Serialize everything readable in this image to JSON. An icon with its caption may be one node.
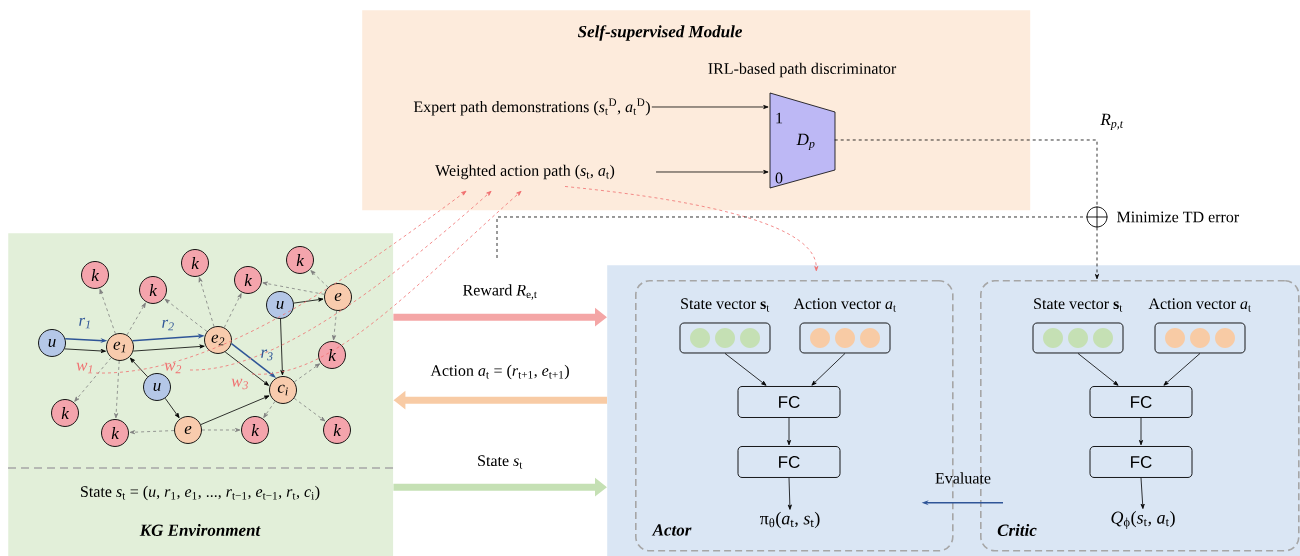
{
  "diagram": {
    "nodes": [
      {
        "text": [
          "Self-supervised Module"
        ]
      },
      {
        "text": [
          "Expert path demonstrations  (*s*$_{t}$$^{D}$, *a*$_{t}$$^{D}$)"
        ],
        "in": 0
      },
      {
        "text": [
          "Weighted action path  (*s*$_{t}$, *a*$_{t}$)"
        ],
        "in": 0
      },
      {
        "text": [
          "1",
          "D$_{p}$",
          "0"
        ],
        "beside": [
          "IRL-based path discriminator"
        ],
        "in": 0
      },
      {
        "text": [],
        "shape": "circle",
        "beside": [
          "Minimize TD error"
        ]
      },
      {
        "text": [
          "State *s*$_{t}$ = (*u*, *r*$_{1}$, *e*$_{1}$, ..., *r*$_{t−1}$, *e*$_{t−1}$, *r*$_{t}$, *c*$_{i}$)",
          "KG Environment"
        ]
      },
      {
        "text": [
          "k"
        ],
        "in": 5
      },
      {
        "text": [
          "k"
        ],
        "in": 5
      },
      {
        "text": [
          "k"
        ],
        "in": 5
      },
      {
        "text": [
          "k"
        ],
        "in": 5
      },
      {
        "text": [
          "k"
        ],
        "in": 5
      },
      {
        "text": [
          "u"
        ],
        "in": 5
      },
      {
        "text": [
          "e"
        ],
        "in": 5
      },
      {
        "text": [
          "u"
        ],
        "in": 5
      },
      {
        "text": [
          "e$_{1}$"
        ],
        "in": 5
      },
      {
        "text": [
          "e$_{2}$"
        ],
        "in": 5
      },
      {
        "text": [
          "k"
        ],
        "in": 5
      },
      {
        "text": [
          "u"
        ],
        "in": 5
      },
      {
        "text": [
          "c$_{i}$"
        ],
        "in": 5
      },
      {
        "text": [
          "k"
        ],
        "in": 5
      },
      {
        "text": [
          "e"
        ],
        "in": 5
      },
      {
        "text": [
          "k"
        ],
        "in": 5
      },
      {
        "text": [
          "k"
        ],
        "in": 5
      },
      {
        "text": [
          "k"
        ],
        "in": 5
      },
      {
        "text": [],
        "shape": "box"
      },
      {
        "text": [
          "Actor"
        ],
        "in": 24
      },
      {
        "text": [
          "State vector **s**$_{t}$"
        ],
        "in": 25
      },
      {
        "text": [
          "Action vector *a*$_{t}$"
        ],
        "in": 25
      },
      {
        "text": [
          "FC"
        ],
        "in": 25
      },
      {
        "text": [
          "FC"
        ],
        "in": 25
      },
      {
        "text": [
          "π$_{θ}$(*a*$_{t}$, *s*$_{t}$)"
        ],
        "in": 25
      },
      {
        "text": [
          "Critic"
        ],
        "in": 24
      },
      {
        "text": [
          "State vector **s**$_{t}$"
        ],
        "in": 31
      },
      {
        "text": [
          "Action vector *a*$_{t}$"
        ],
        "in": 31
      },
      {
        "text": [
          "FC"
        ],
        "in": 31
      },
      {
        "text": [
          "FC"
        ],
        "in": 31
      },
      {
        "text": [
          "*Q*$_{ϕ}$(*s*$_{t}$, *a*$_{t}$)"
        ],
        "in": 31
      }
    ],
    "edges": [
      {
        "from": 13,
        "to": 14,
        "arrow": "to",
        "label": "r$_{1}$",
        "color": "#2f5597"
      },
      {
        "from": 13,
        "to": 14,
        "arrow": "to"
      },
      {
        "from": 14,
        "to": 15,
        "arrow": "to",
        "label": "r$_{2}$",
        "color": "#2f5597"
      },
      {
        "from": 14,
        "to": 15,
        "arrow": "to"
      },
      {
        "from": 15,
        "to": 18,
        "arrow": "to",
        "label": "r$_{3}$",
        "color": "#2f5597"
      },
      {
        "from": 15,
        "to": 18,
        "arrow": "to"
      },
      {
        "from": 11,
        "to": 12,
        "arrow": "to"
      },
      {
        "from": 11,
        "to": 18,
        "arrow": "to"
      },
      {
        "from": 17,
        "to": 14,
        "arrow": "to"
      },
      {
        "from": 17,
        "to": 20,
        "arrow": "to"
      },
      {
        "from": 20,
        "to": 18,
        "arrow": "to"
      },
      {
        "from": 14,
        "to": 6,
        "arrow": "to",
        "style": "dashed",
        "color": "#7f7f7f"
      },
      {
        "from": 14,
        "to": 9,
        "arrow": "to",
        "style": "dashed",
        "color": "#7f7f7f"
      },
      {
        "from": 14,
        "to": 19,
        "arrow": "to",
        "style": "dashed",
        "color": "#7f7f7f"
      },
      {
        "from": 14,
        "to": 21,
        "arrow": "to",
        "style": "dashed",
        "color": "#7f7f7f"
      },
      {
        "from": 15,
        "to": 9,
        "arrow": "to",
        "style": "dashed",
        "color": "#7f7f7f"
      },
      {
        "from": 15,
        "to": 7,
        "arrow": "to",
        "style": "dashed",
        "color": "#7f7f7f"
      },
      {
        "from": 15,
        "to": 10,
        "arrow": "to",
        "style": "dashed",
        "color": "#7f7f7f"
      },
      {
        "from": 12,
        "to": 10,
        "arrow": "to",
        "style": "dashed",
        "color": "#7f7f7f"
      },
      {
        "from": 12,
        "to": 8,
        "arrow": "to",
        "style": "dashed",
        "color": "#7f7f7f"
      },
      {
        "from": 12,
        "to": 16,
        "arrow": "to",
        "style": "dashed",
        "color": "#7f7f7f"
      },
      {
        "from": 18,
        "to": 16,
        "arrow": "to",
        "style": "dashed",
        "color": "#7f7f7f"
      },
      {
        "from": 18,
        "to": 22,
        "arrow": "to",
        "style": "dashed",
        "color": "#7f7f7f"
      },
      {
        "from": 18,
        "to": 23,
        "arrow": "to",
        "style": "dashed",
        "color": "#7f7f7f"
      },
      {
        "from": 20,
        "to": 21,
        "arrow": "to",
        "style": "dashed",
        "color": "#7f7f7f"
      },
      {
        "from": 20,
        "to": 22,
        "arrow": "to",
        "style": "dashed",
        "color": "#7f7f7f"
      },
      {
        "from": null,
        "to": 2,
        "arrow": "to",
        "label": "w$_{1}$",
        "style": "dashed",
        "color": "#f07070"
      },
      {
        "from": null,
        "to": 2,
        "arrow": "to",
        "label": "w$_{2}$",
        "style": "dashed",
        "color": "#f07070"
      },
      {
        "from": null,
        "to": 2,
        "arrow": "to",
        "label": "w$_{3}$",
        "style": "dashed",
        "color": "#f07070"
      },
      {
        "from": 2,
        "to": 25,
        "arrow": "to",
        "style": "dashed",
        "color": "#f07070"
      },
      {
        "from": 3,
        "to": 4,
        "arrow": "none",
        "label": "R$_{p,t}$",
        "style": "dashed"
      },
      {
        "from": null,
        "to": 4,
        "arrow": "none",
        "style": "dashed"
      },
      {
        "from": 4,
        "to": 31,
        "arrow": "to",
        "style": "dashed"
      },
      {
        "from": 5,
        "to": 24,
        "arrow": "to",
        "label": "Reward *R*$_{e,t}$",
        "style": "thick",
        "color": "#f4a6a6"
      },
      {
        "from": 24,
        "to": 5,
        "arrow": "to",
        "label": "Action *a*$_{t}$ = (*r*$_{t+1}$, *e*$_{t+1}$)",
        "style": "thick",
        "color": "#f8cba5"
      },
      {
        "from": 5,
        "to": 24,
        "arrow": "to",
        "label": "State *s*$_{t}$",
        "style": "thick",
        "color": "#c5e0b4"
      },
      {
        "from": 1,
        "to": 3,
        "arrow": "to"
      },
      {
        "from": 2,
        "to": 3,
        "arrow": "to"
      },
      {
        "from": 26,
        "to": 28,
        "arrow": "to"
      },
      {
        "from": 27,
        "to": 28,
        "arrow": "to"
      },
      {
        "from": 28,
        "to": 29,
        "arrow": "to"
      },
      {
        "from": 29,
        "to": 30,
        "arrow": "to"
      },
      {
        "from": 32,
        "to": 34,
        "arrow": "to"
      },
      {
        "from": 33,
        "to": 34,
        "arrow": "to"
      },
      {
        "from": 34,
        "to": 35,
        "arrow": "to"
      },
      {
        "from": 35,
        "to": 36,
        "arrow": "to"
      },
      {
        "from": 31,
        "to": 25,
        "arrow": "to",
        "label": "Evaluate",
        "color": "#2f5597"
      }
    ]
  }
}
